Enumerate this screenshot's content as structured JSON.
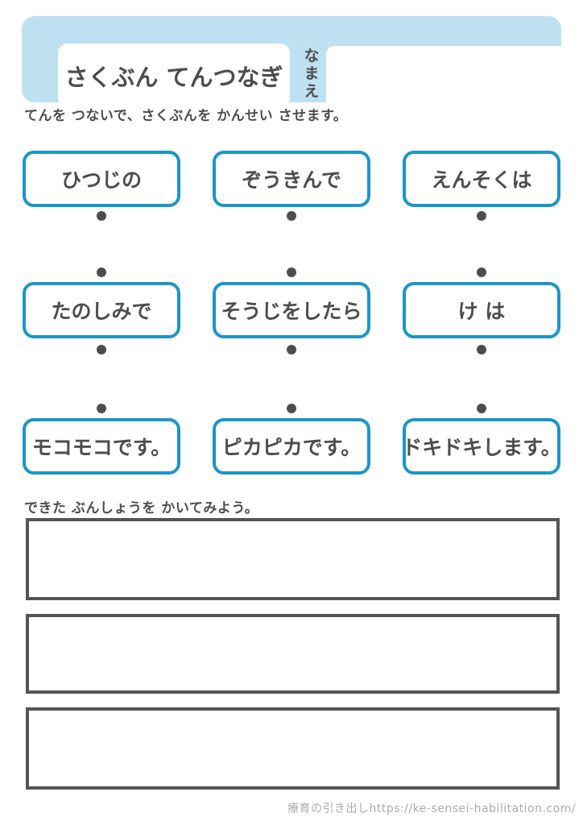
{
  "header": {
    "title": "さくぶん てんつなぎ",
    "name_label": "なまえ",
    "name_value": ""
  },
  "instruction": "てんを つないで、さくぶんを かんせい させます。",
  "grid": {
    "rows": [
      {
        "cells": [
          "ひつじの",
          "ぞうきんで",
          "えんそくは"
        ]
      },
      {
        "cells": [
          "たのしみで",
          "そうじをしたら",
          "け は"
        ]
      },
      {
        "cells": [
          "モコモコです。",
          "ピカピカです。",
          "ドキドキします。"
        ]
      }
    ]
  },
  "write_section": {
    "prompt": "できた ぶんしょうを かいてみよう。",
    "answers": [
      "",
      "",
      ""
    ]
  },
  "footer": {
    "credit": "療育の引き出しhttps://ke-sensei-habilitation.com/"
  },
  "colors": {
    "header_bg": "#BEE1F2",
    "box_border": "#1B96C8",
    "text": "#4D4D4D",
    "answer_border": "#555555",
    "footer_text": "#ABABAB"
  }
}
